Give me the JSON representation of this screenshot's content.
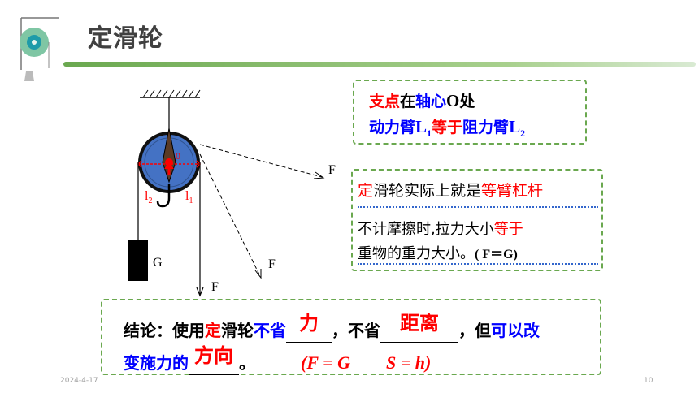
{
  "slide": {
    "title": "定滑轮",
    "date": "2024-4-17",
    "page_number": "10"
  },
  "diagram": {
    "pivot_label": "0",
    "arm_left_label": "l",
    "arm_left_sub": "2",
    "arm_right_label": "l",
    "arm_right_sub": "1",
    "force_labels": [
      "F",
      "F",
      "F"
    ],
    "weight_label": "G"
  },
  "box1": {
    "line1": {
      "a": "支点",
      "b": "在",
      "c": "轴心",
      "d": "O",
      "e": "处"
    },
    "line2": {
      "a": "动力臂",
      "b": "L",
      "b_sub": "1",
      "c": "等于",
      "d": "阻力臂",
      "e": "L",
      "e_sub": "2"
    }
  },
  "box2": {
    "line1": {
      "a": "定",
      "b": "滑轮实际上就是",
      "c": "等臂杠杆"
    },
    "line2": {
      "a": "不计摩擦时,拉力大小",
      "b": "等于"
    },
    "line3": {
      "a": "重物的重力大小。",
      "b": "( F＝G)"
    }
  },
  "conclusion": {
    "p1": "结论：使用",
    "p2": "定",
    "p3": "滑轮",
    "p4": "不省",
    "blank1": "力",
    "p5": "，不省",
    "blank2": "距离",
    "p6": "，但",
    "p7": "可以改",
    "p8": "变施力的",
    "blank3": "方向",
    "p9": "。",
    "formula1": "(F = G",
    "formula2": "S = h)"
  },
  "colors": {
    "blue": "#0000ff",
    "red": "#ff0000",
    "green_border": "#6aa84f",
    "pulley_blue": "#4472c4"
  }
}
